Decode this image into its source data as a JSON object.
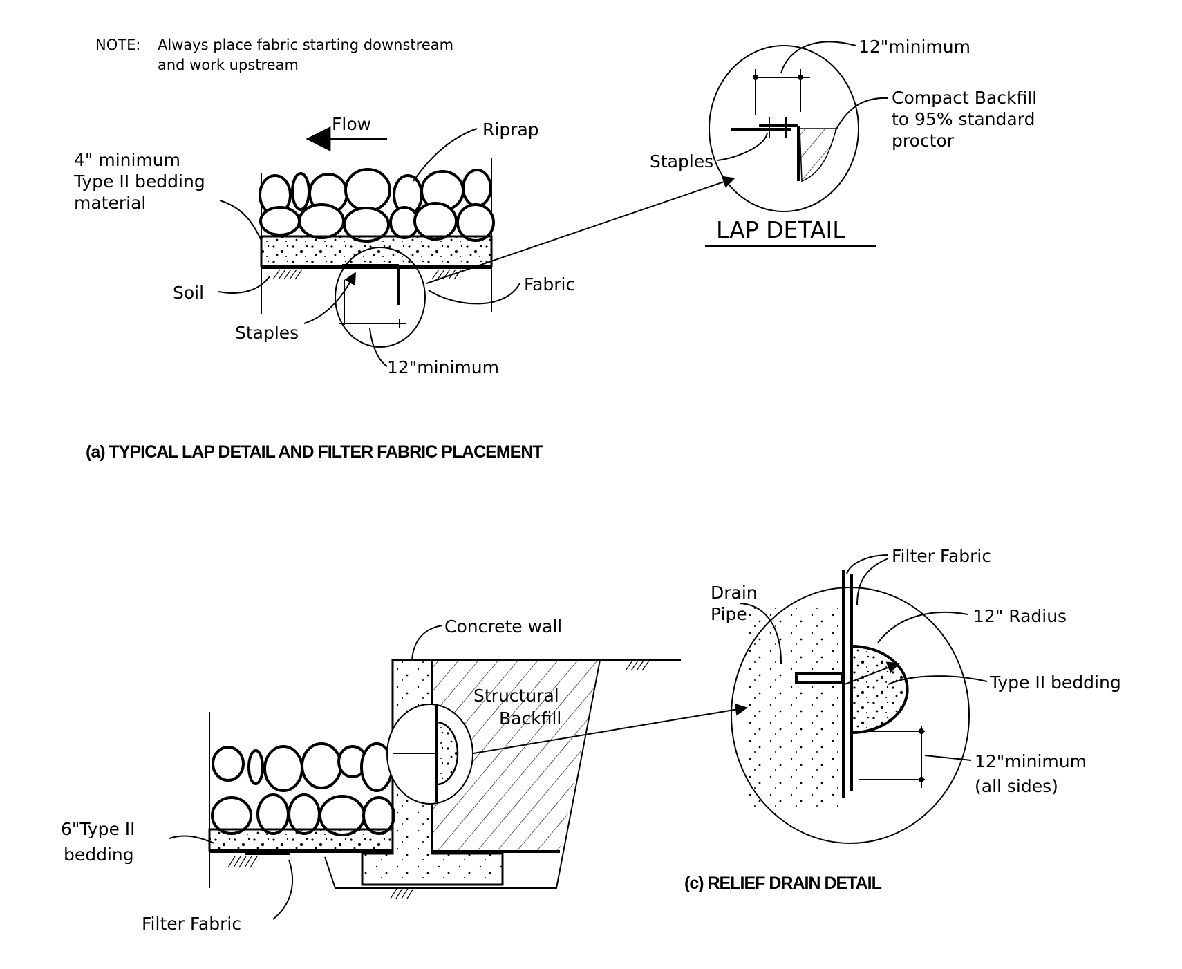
{
  "note": {
    "prefix": "NOTE:",
    "line1": "Always place fabric starting downstream",
    "line2": "and work upstream"
  },
  "panel_a": {
    "caption": "(a)  TYPICAL LAP DETAIL AND FILTER FABRIC PLACEMENT",
    "labels": {
      "flow": "Flow",
      "riprap": "Riprap",
      "bedding_line1": "4\" minimum",
      "bedding_line2": "Type II bedding",
      "bedding_line3": "material",
      "soil": "Soil",
      "fabric": "Fabric",
      "staples": "Staples",
      "min12": "12\"minimum"
    }
  },
  "lap_detail": {
    "title": "LAP DETAIL",
    "labels": {
      "min12": "12\"minimum",
      "backfill_line1": "Compact Backfill",
      "backfill_line2": "to 95% standard",
      "backfill_line3": "proctor",
      "staples": "Staples"
    }
  },
  "panel_c": {
    "caption": "(c)  RELIEF DRAIN DETAIL",
    "labels": {
      "concrete_wall": "Concrete wall",
      "structural_line1": "Structural",
      "structural_line2": "Backfill",
      "bedding_line1": "6\"Type II",
      "bedding_line2": "bedding",
      "filter_fabric": "Filter Fabric"
    }
  },
  "relief_detail": {
    "labels": {
      "filter_fabric": "Filter Fabric",
      "drain_line1": "Drain",
      "drain_line2": "Pipe",
      "radius": "12\" Radius",
      "bedding": "Type II  bedding",
      "min_line1": "12\"minimum",
      "min_line2": "(all sides)"
    }
  }
}
